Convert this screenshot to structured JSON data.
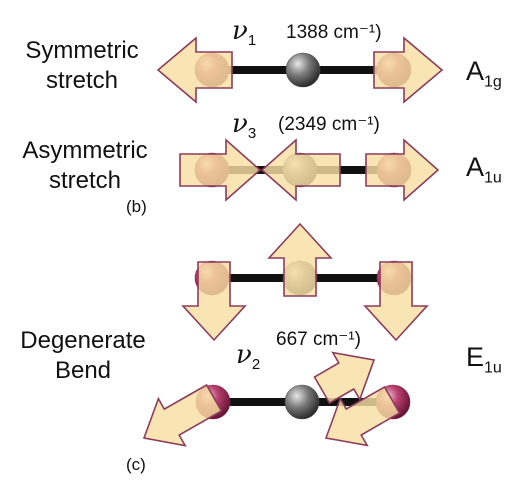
{
  "modes": {
    "symmetric": {
      "name_line1": "Symmetric",
      "name_line2": "stretch",
      "nu_symbol": "ν",
      "nu_index": "1",
      "frequency": "1388 cm⁻¹)",
      "symmetry_main": "A",
      "symmetry_sub": "1g"
    },
    "asymmetric": {
      "name_line1": "Asymmetric",
      "name_line2": "stretch",
      "nu_symbol": "ν",
      "nu_index": "3",
      "frequency": "(2349 cm⁻¹)",
      "symmetry_main": "A",
      "symmetry_sub": "1u",
      "panel": "(b)"
    },
    "bend": {
      "name_line1": "Degenerate",
      "name_line2": "Bend",
      "nu_symbol": "ν",
      "nu_index": "2",
      "frequency": "667 cm⁻¹)",
      "symmetry_main": "E",
      "symmetry_sub": "1u",
      "panel": "(c)"
    }
  },
  "colors": {
    "arrow_fill": "#f8dfa2",
    "arrow_stroke": "#8c3c5c",
    "oxygen_atom": "#8e1f4e",
    "carbon_atom": "#4a4a4a",
    "bond": "#111111"
  }
}
